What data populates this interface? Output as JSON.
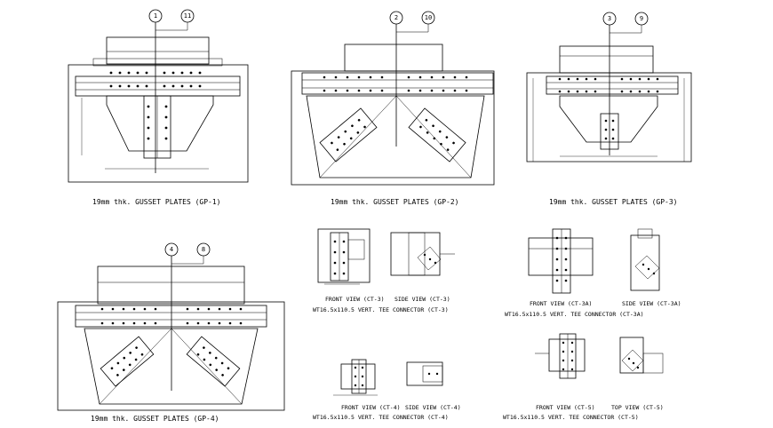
{
  "drawings": {
    "gp1": {
      "caption": "19mm thk. GUSSET PLATES (GP-1)",
      "bubbles": [
        "1",
        "11"
      ]
    },
    "gp2": {
      "caption": "19mm thk. GUSSET PLATES (GP-2)",
      "bubbles": [
        "2",
        "10"
      ]
    },
    "gp3": {
      "caption": "19mm thk. GUSSET PLATES (GP-3)",
      "bubbles": [
        "3",
        "9"
      ]
    },
    "gp4": {
      "caption": "19mm thk. GUSSET PLATES (GP-4)",
      "bubbles": [
        "4",
        "8"
      ]
    },
    "ct3": {
      "front": "FRONT VIEW (CT-3)",
      "side": "SIDE VIEW (CT-3)",
      "title": "WT16.5x110.5 VERT. TEE CONNECTOR (CT-3)"
    },
    "ct3a": {
      "front": "FRONT VIEW (CT-3A)",
      "side": "SIDE VIEW (CT-3A)",
      "title": "WT16.5x110.5 VERT. TEE CONNECTOR (CT-3A)"
    },
    "ct4": {
      "front": "FRONT VIEW (CT-4)",
      "side": "SIDE VIEW (CT-4)",
      "title": "WT16.5x110.5 VERT. TEE CONNECTOR (CT-4)"
    },
    "ct5": {
      "front": "FRONT VIEW (CT-5)",
      "side": "TOP VIEW (CT-5)",
      "title": "WT16.5x110.5 VERT. TEE CONNECTOR (CT-5)"
    }
  }
}
